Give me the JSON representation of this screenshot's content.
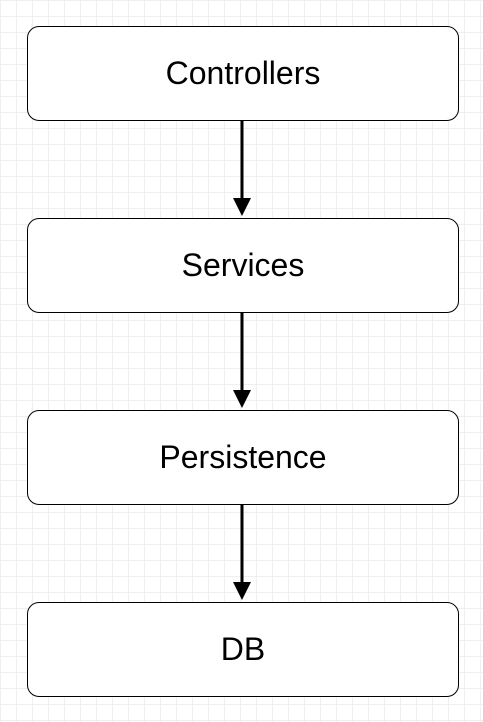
{
  "diagram": {
    "nodes": [
      {
        "id": "controllers",
        "label": "Controllers"
      },
      {
        "id": "services",
        "label": "Services"
      },
      {
        "id": "persistence",
        "label": "Persistence"
      },
      {
        "id": "db",
        "label": "DB"
      }
    ],
    "edges": [
      {
        "from": "controllers",
        "to": "services"
      },
      {
        "from": "services",
        "to": "persistence"
      },
      {
        "from": "persistence",
        "to": "db"
      }
    ]
  },
  "colors": {
    "background": "#ffffff",
    "grid": "#efefef",
    "stroke": "#000000",
    "text": "#000000"
  }
}
